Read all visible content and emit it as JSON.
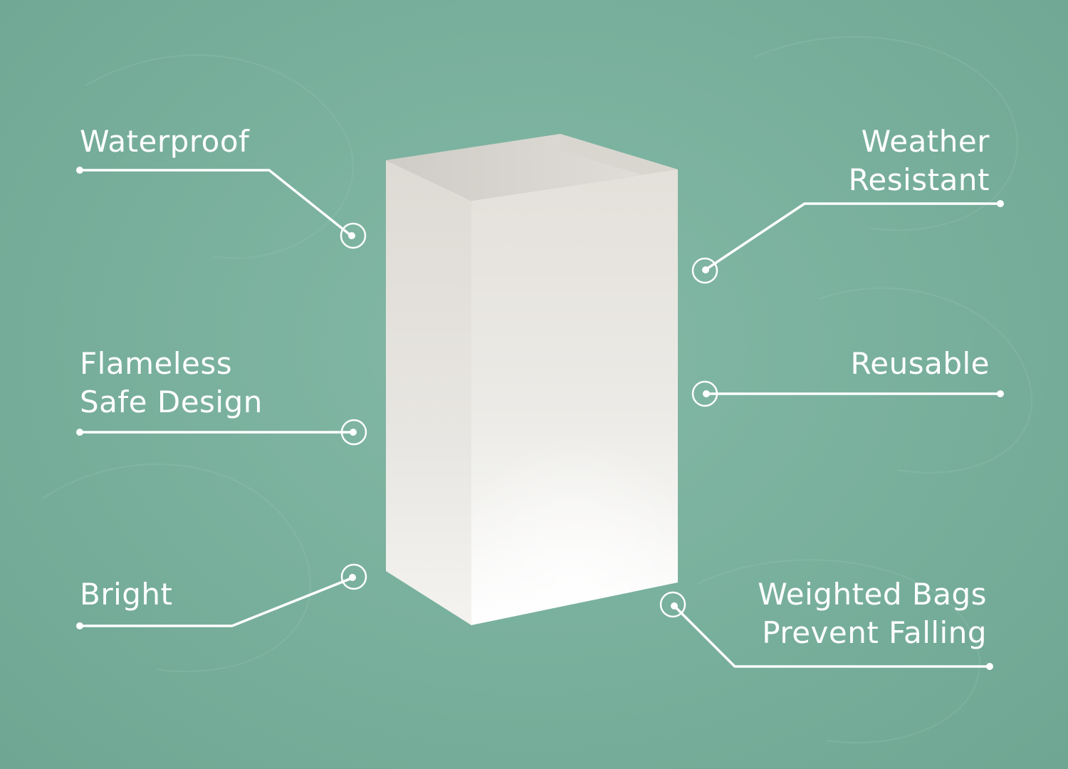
{
  "features": {
    "waterproof": [
      "Waterproof"
    ],
    "flameless": [
      "Flameless",
      "Safe Design"
    ],
    "bright": [
      "Bright"
    ],
    "weather": [
      "Weather",
      "Resistant"
    ],
    "reusable": [
      "Reusable"
    ],
    "weighted": [
      "Weighted Bags",
      "Prevent Falling"
    ]
  },
  "colors": {
    "background": "#79b09d",
    "line": "#ffffff",
    "bag_front": "#ebe8e3",
    "bag_side": "#e3e0da",
    "bag_inner": "#dcd9d3"
  }
}
